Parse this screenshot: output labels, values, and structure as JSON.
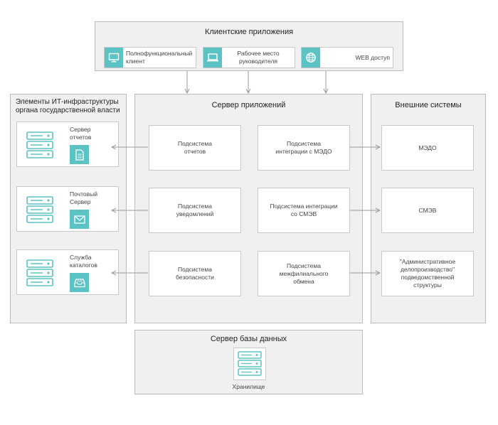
{
  "colors": {
    "accent": "#5bc3c3",
    "panel_bg": "#f0f0f0",
    "border": "#c9c9c9",
    "arrow": "#9a9a9a"
  },
  "client_apps": {
    "title": "Клиентские приложения",
    "items": [
      {
        "label": "Полнофункциональный клиент",
        "icon": "monitor-icon"
      },
      {
        "label": "Рабочее место руководителя",
        "icon": "laptop-icon"
      },
      {
        "label": "WEB доступ",
        "icon": "globe-icon"
      }
    ]
  },
  "it_infra": {
    "title": "Элементы ИТ-инфраструктуры органа государственной власти",
    "items": [
      {
        "label": "Сервер отчетов",
        "icon": "document-icon"
      },
      {
        "label": "Почтовый Сервер",
        "icon": "envelope-icon"
      },
      {
        "label": "Служба каталогов",
        "icon": "inbox-tray-icon"
      }
    ]
  },
  "app_server": {
    "title": "Сервер приложений",
    "subsystems": [
      "Подсистема отчетов",
      "Подсистема интеграции с МЭДО",
      "Подсистема уведомлений",
      "Подсистема интеграции со СМЭВ",
      "Подсистема безопасности",
      "Подсистема межфилиального обмена"
    ]
  },
  "external": {
    "title": "Внешние системы",
    "items": [
      "МЭДО",
      "СМЭВ",
      "\"Административное делопроизводство\" подведомственной структуры"
    ]
  },
  "db_server": {
    "title": "Сервер базы данных",
    "storage_label": "Хранилище"
  }
}
